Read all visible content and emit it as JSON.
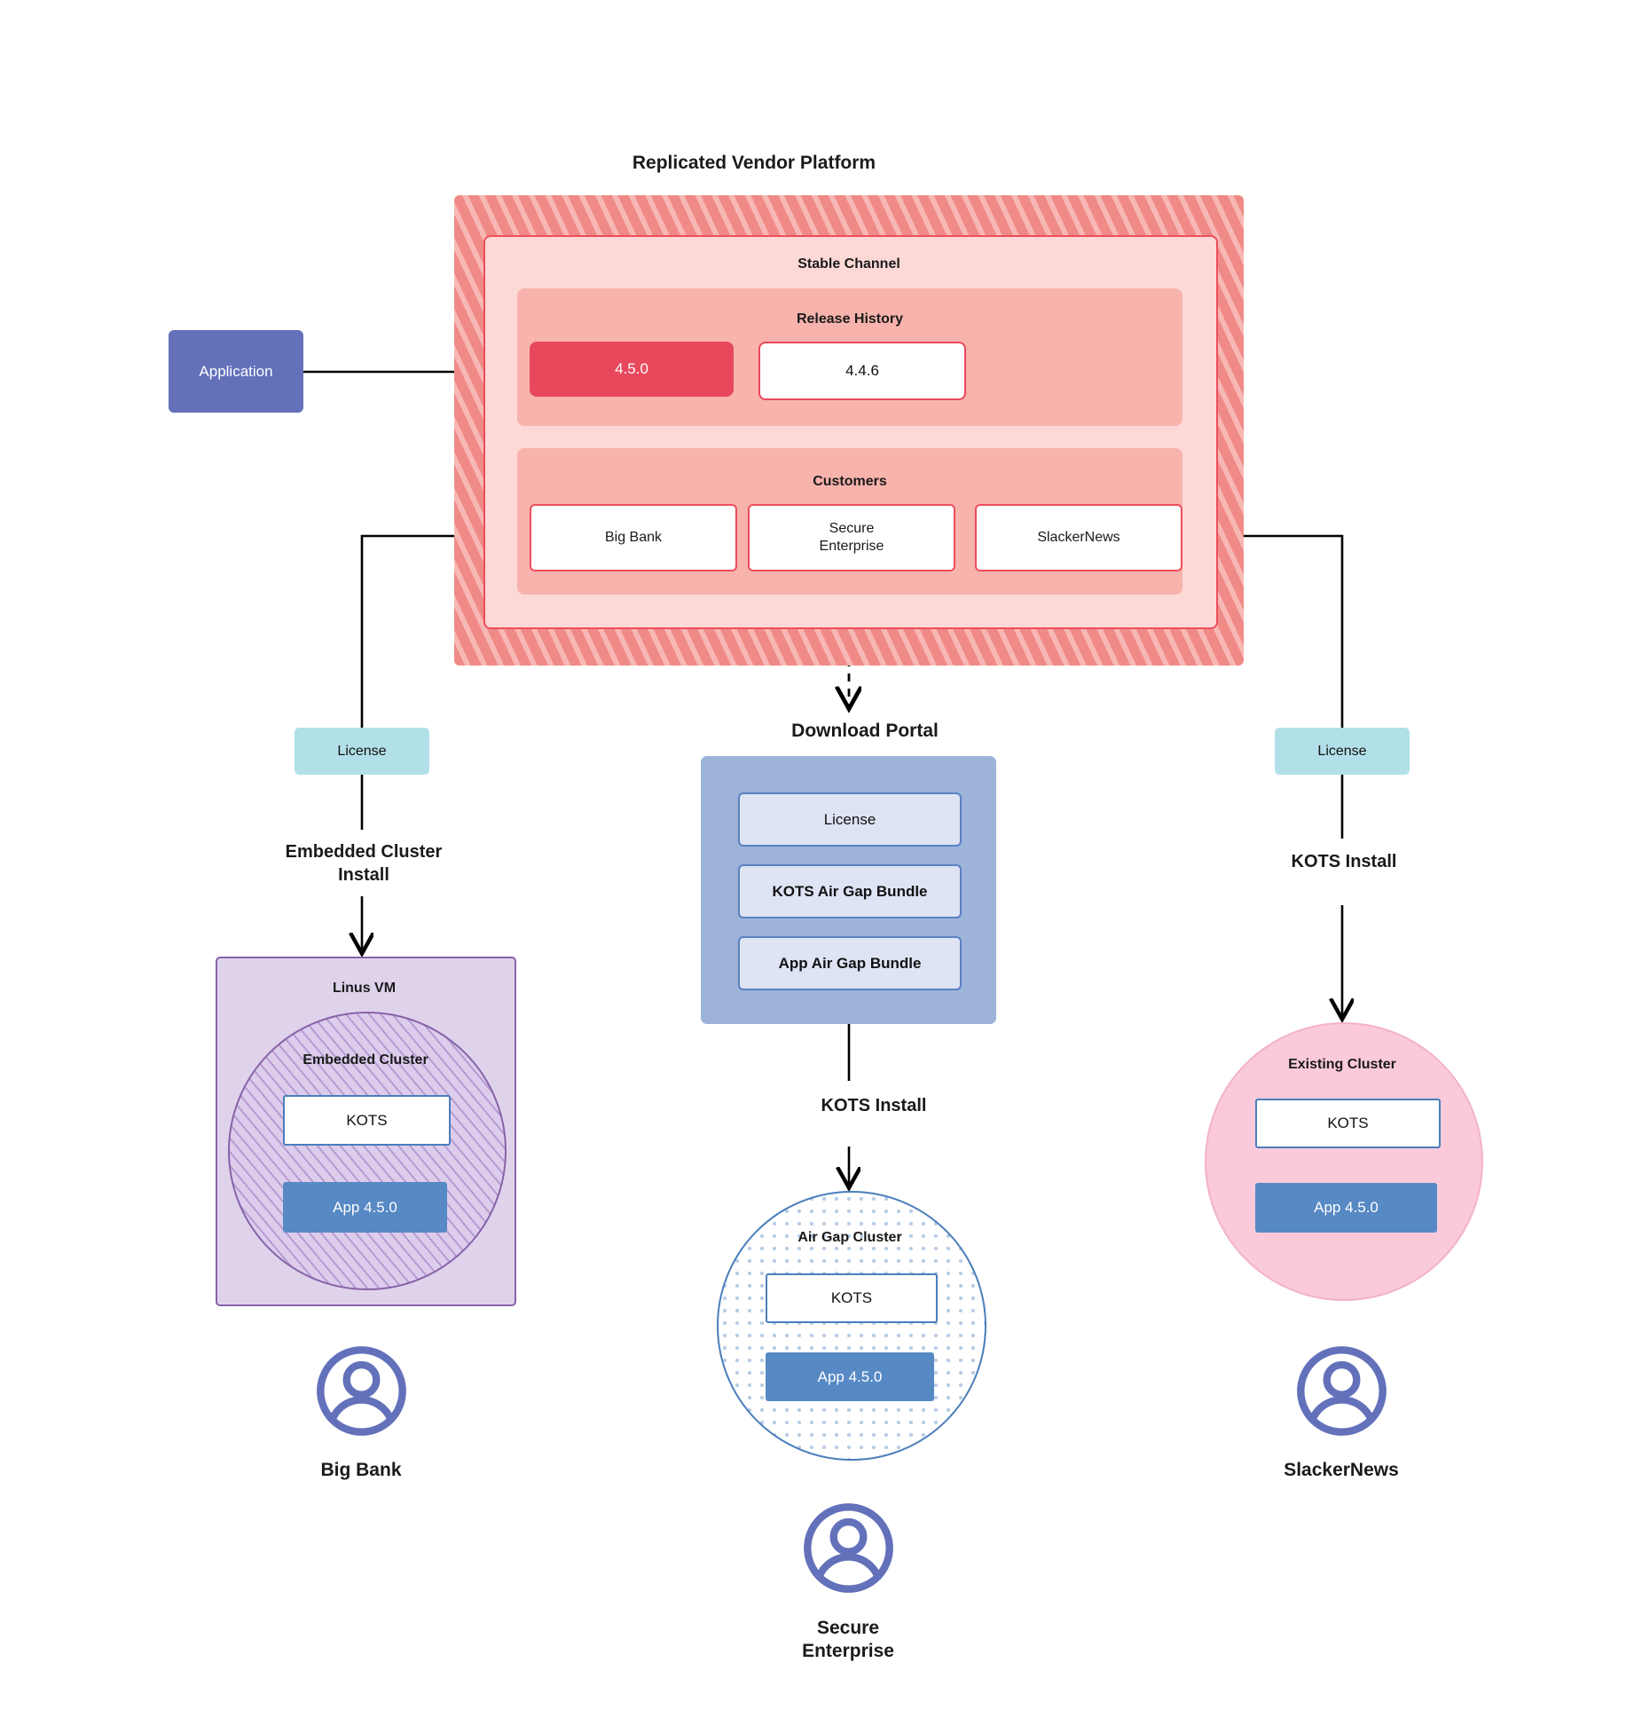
{
  "diagram": {
    "title": "Replicated Vendor Platform",
    "application": {
      "label": "Application"
    },
    "vendor_platform": {
      "title": "Replicated Vendor Platform",
      "channel": {
        "title": "Stable Channel"
      },
      "release_history": {
        "title": "Release History",
        "releases": [
          {
            "version": "4.5.0",
            "state": "current"
          },
          {
            "version": "4.4.6",
            "state": "previous"
          }
        ]
      },
      "customers": {
        "title": "Customers",
        "items": [
          {
            "name": "Big Bank"
          },
          {
            "name": "Secure\nEnterprise"
          },
          {
            "name": "SlackerNews"
          }
        ]
      }
    },
    "left_branch": {
      "license_label": "License",
      "install_label": "Embedded Cluster\nInstall",
      "vm_title": "Linus VM",
      "cluster_title": "Embedded Cluster",
      "kots_label": "KOTS",
      "app_label": "App 4.5.0",
      "persona_label": "Big Bank"
    },
    "middle_branch": {
      "portal_title": "Download  Portal",
      "portal_items": [
        {
          "label": "License"
        },
        {
          "label": "KOTS Air Gap Bundle"
        },
        {
          "label": "App Air Gap Bundle"
        }
      ],
      "install_label": "KOTS Install",
      "cluster_title": "Air Gap Cluster",
      "kots_label": "KOTS",
      "app_label": "App 4.5.0",
      "persona_label": "Secure\nEnterprise"
    },
    "right_branch": {
      "license_label": "License",
      "install_label": "KOTS Install",
      "cluster_title": "Existing Cluster",
      "kots_label": "KOTS",
      "app_label": "App 4.5.0",
      "persona_label": "SlackerNews"
    },
    "colors": {
      "platform_hatch": "#f08a86",
      "platform_hatch_stripe": "#f7b7b4",
      "channel_bg": "#fcd9d6",
      "channel_border": "#ef4d5d",
      "section_bg": "#f7b3ac",
      "release_current": "#e8485c",
      "application_blue": "#6371bb",
      "license_teal": "#b2e0e8",
      "portal_blue": "#9db3da",
      "portal_item_bg": "#dee4f4",
      "app_chip_blue": "#5789c4",
      "kots_border": "#4a7ebb",
      "vm_purple": "#dfd3ec",
      "vm_border": "#8763a8",
      "existing_pink": "#fbcada",
      "persona_icon": "#6371bb"
    }
  }
}
